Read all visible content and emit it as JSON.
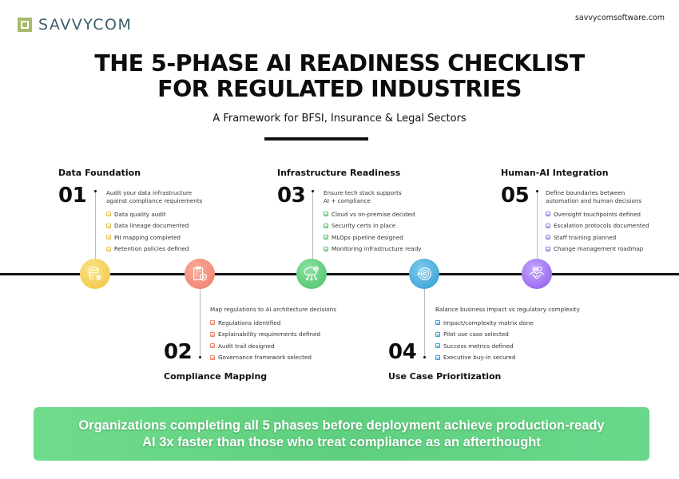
{
  "header": {
    "logo_text": "SAVVYCOM",
    "site_url": "savvycomsoftware.com"
  },
  "title": {
    "line1": "THE 5-PHASE AI READINESS CHECKLIST",
    "line2": "FOR REGULATED INDUSTRIES",
    "subtitle": "A Framework for BFSI, Insurance & Legal Sectors"
  },
  "phases": [
    {
      "number": "01",
      "title": "Data Foundation",
      "description_line1": "Audit your data infrastructure",
      "description_line2": "against compliance requirements",
      "items": [
        "Data quality audit",
        "Data lineage documented",
        "PII mapping completed",
        "Retention policies defined"
      ],
      "icon": "database-gear-icon",
      "color": "#f2c94c"
    },
    {
      "number": "02",
      "title": "Compliance Mapping",
      "description_line1": "Map regulations to AI architecture decisions",
      "description_line2": "",
      "items": [
        "Regulations identified",
        "Explainability requirements defined",
        "Audit trail designed",
        "Governance framework selected"
      ],
      "icon": "clipboard-shield-icon",
      "color": "#f08a78"
    },
    {
      "number": "03",
      "title": "Infrastructure Readiness",
      "description_line1": "Ensure tech stack supports",
      "description_line2": "AI + compliance",
      "items": [
        "Cloud vs on-premise decided",
        "Security certs in place",
        "MLOps pipeline designed",
        "Monitoring infrastructure ready"
      ],
      "icon": "cloud-network-icon",
      "color": "#55c971"
    },
    {
      "number": "04",
      "title": "Use Case Prioritization",
      "description_line1": "Balance business impact vs regulatory complexity",
      "description_line2": "",
      "items": [
        "Impact/complexity matrix done",
        "Pilot use case selected",
        "Success metrics defined",
        "Executive buy-in secured"
      ],
      "icon": "target-icon",
      "color": "#3aa6d8"
    },
    {
      "number": "05",
      "title": "Human-AI Integration",
      "description_line1": "Define boundaries between",
      "description_line2": "automation and human decisions",
      "items": [
        "Oversight touchpoints defined",
        "Escalation protocols documented",
        "Staff training planned",
        "Change management roadmap"
      ],
      "icon": "robot-handshake-icon",
      "color": "#9b6cf0"
    }
  ],
  "banner": {
    "line1": "Organizations completing all 5 phases before deployment achieve production-ready",
    "line2": "AI 3x faster than those who treat compliance as an afterthought"
  }
}
